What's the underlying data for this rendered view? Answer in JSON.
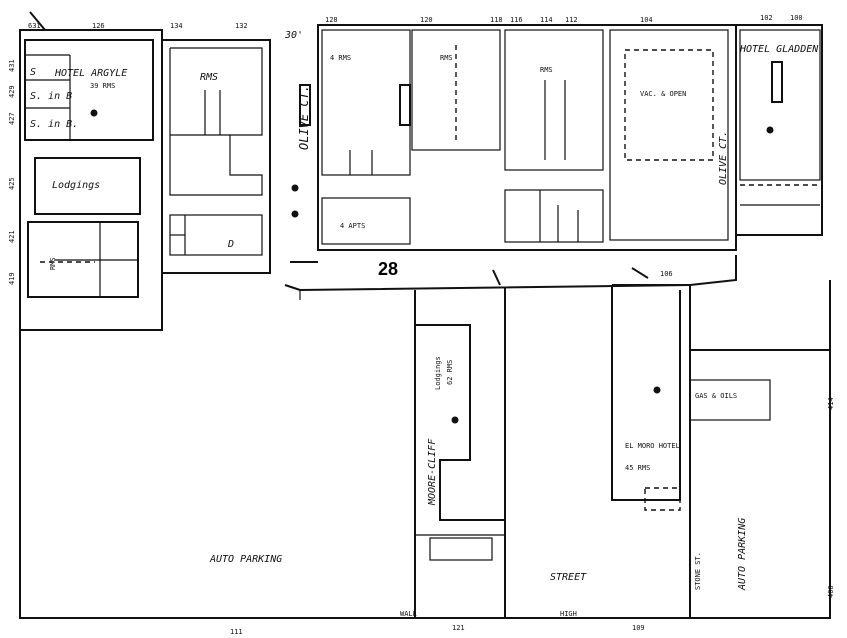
{
  "map": {
    "block_number": "28",
    "streets": {
      "olive_ct_left": "OLIVE CT.",
      "olive_ct_right": "OLIVE CT.",
      "moore_cliff": "MOORE-CLIFF",
      "stone_street": "STONE ST.",
      "bottom_street": "STREET",
      "wall": "WALL",
      "high": "HIGH",
      "auto_parking_left": "AUTO PARKING",
      "auto_parking_right": "AUTO PARKING"
    },
    "buildings": {
      "hotel_argyle": "HOTEL ARGYLE",
      "hotel_argyle_rooms": "39 RMS",
      "hotel_gladden": "HOTEL GLADDEN",
      "lodgings_left": "Lodgings",
      "lodgings_moore": "Lodgings",
      "lodgings_moore_rooms": "62 RMS",
      "el_moro": "EL MORO HOTEL",
      "el_moro_rooms": "45 RMS",
      "gas_oils": "GAS & OILS",
      "vac_open": "VAC. & OPEN",
      "four_apts": "4 APTS",
      "four_rms": "4 RMS",
      "rms_a": "RMS",
      "rms_b": "RMS",
      "rms_c": "RMS",
      "rms_d": "RMS",
      "s_store": "S",
      "s_in_b_1": "S. in B",
      "s_in_b_2": "S. in B.",
      "d_label": "D"
    },
    "numbers": {
      "n631": "631",
      "n126": "126",
      "n134": "134",
      "n132": "132",
      "n128": "128",
      "n120": "120",
      "n118": "118",
      "n116": "116",
      "n114": "114",
      "n112": "112",
      "n104": "104",
      "n102": "102",
      "n100": "100",
      "n106": "106",
      "n111": "111",
      "n121": "121",
      "n109": "109",
      "n400": "400",
      "n414": "414",
      "n427": "427",
      "n429": "429",
      "n431": "431",
      "n425": "425",
      "n421": "421",
      "n419": "419",
      "n30": "30'"
    },
    "colors": {
      "ink": "#111111",
      "paper": "#ffffff"
    }
  }
}
